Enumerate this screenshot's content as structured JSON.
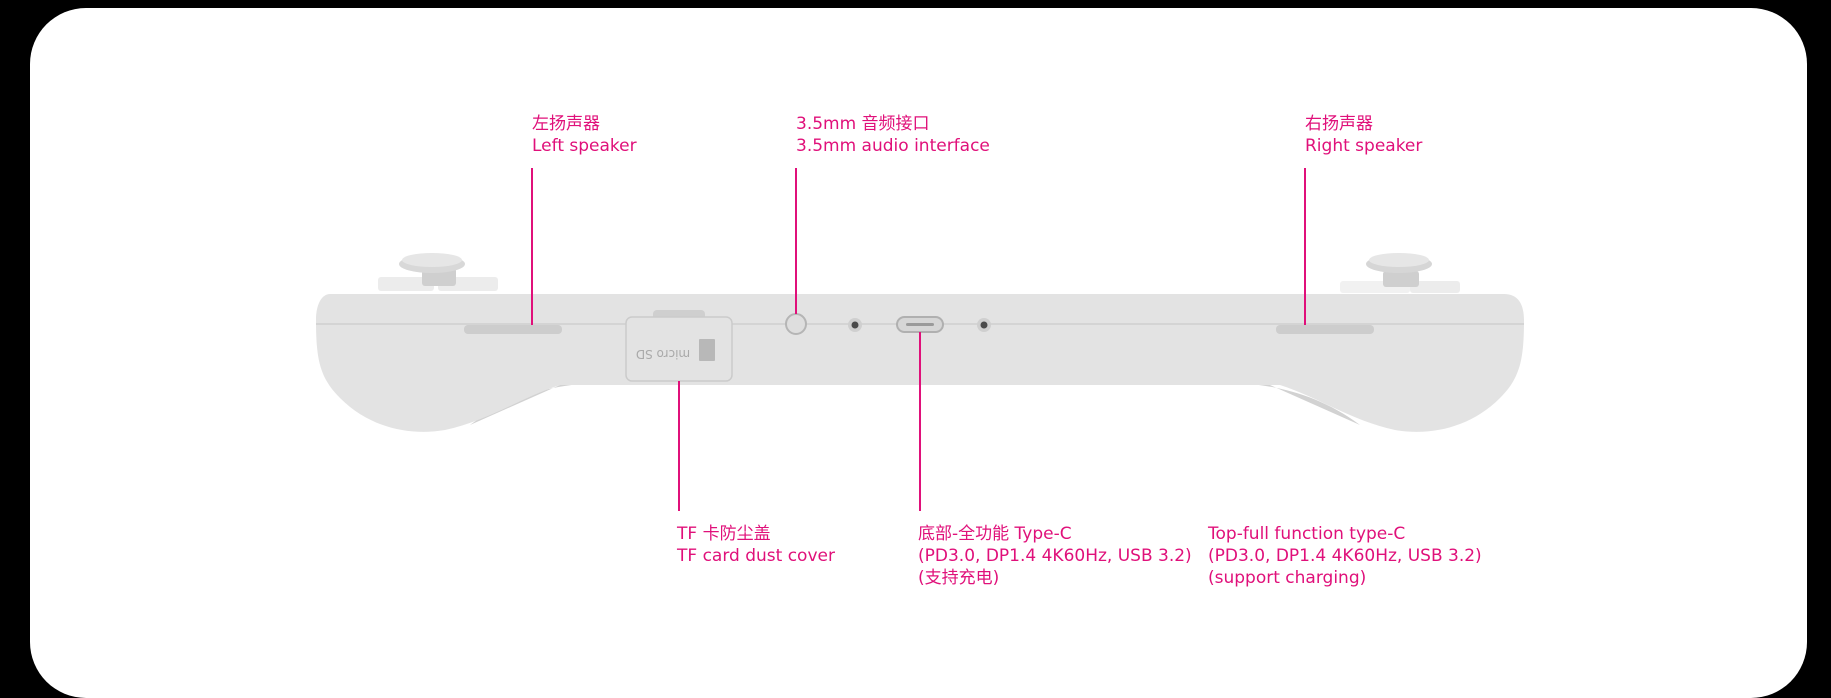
{
  "accent_color": "#e0107a",
  "device": {
    "name": "handheld-console-top-edge",
    "body_color": "#e3e3e3",
    "sd_cover_text": "micro SD"
  },
  "labels": {
    "left_speaker": {
      "zh": "左扬声器",
      "en": "Left speaker"
    },
    "audio_jack": {
      "zh": "3.5mm 音频接口",
      "en": "3.5mm audio interface"
    },
    "right_speaker": {
      "zh": "右扬声器",
      "en": "Right speaker"
    },
    "tf_cover": {
      "zh": "TF 卡防尘盖",
      "en": "TF card dust cover"
    },
    "bottom_usbc": {
      "line1": "底部-全功能 Type-C",
      "line2": "(PD3.0, DP1.4 4K60Hz, USB 3.2)",
      "line3": "(支持充电)"
    },
    "top_usbc": {
      "line1": "Top-full function type-C",
      "line2": "(PD3.0, DP1.4 4K60Hz, USB 3.2)",
      "line3": "(support charging)"
    }
  }
}
